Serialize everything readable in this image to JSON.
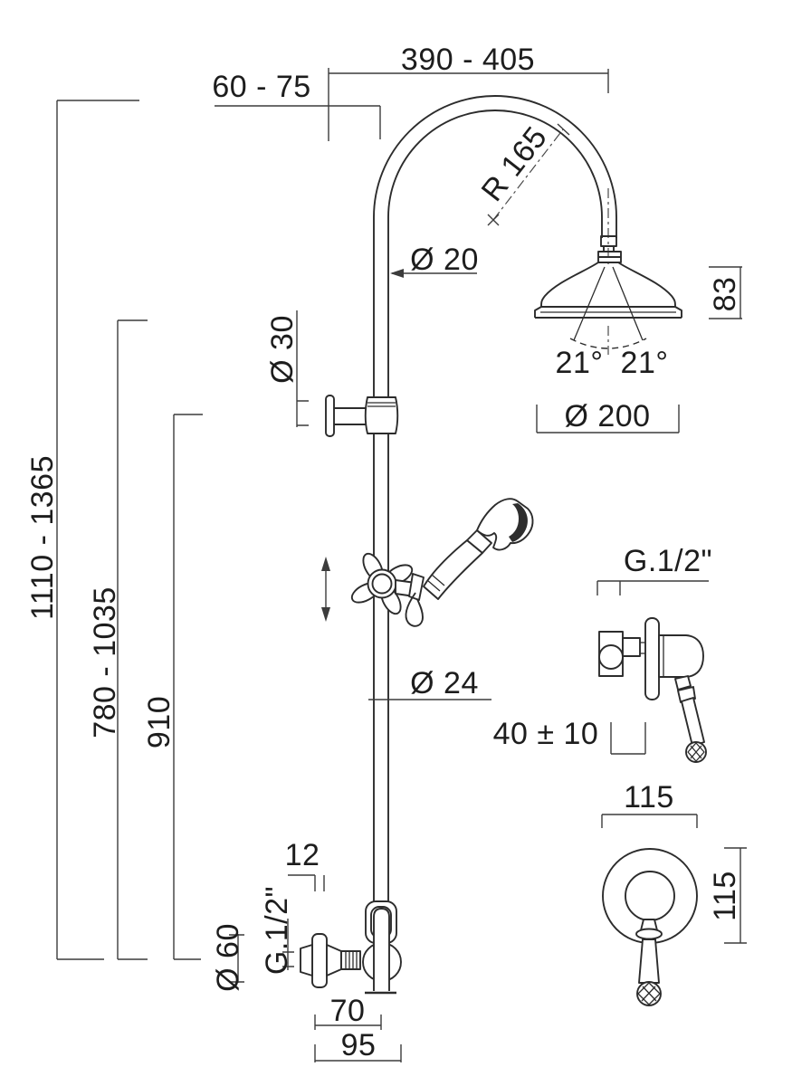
{
  "colors": {
    "background": "#ffffff",
    "line": "#2c2c2c",
    "dimension_line": "#3c3c3c",
    "text": "#1d1d1d"
  },
  "drawing": {
    "type": "shower-column-installation-diagram",
    "labels": {
      "width_total": "390 - 405",
      "wall_offset": "60 - 75",
      "arc_radius": "R 165",
      "pipe_top_diameter": "Ø 20",
      "head_height": "83",
      "spray_angle_left": "21°",
      "spray_angle_right": "21°",
      "head_diameter": "Ø 200",
      "bracket_diameter": "Ø 30",
      "total_height": "1110 - 1365",
      "handset_height_range": "780 - 1035",
      "bracket_height": "910",
      "pipe_bottom_diameter": "Ø 24",
      "mixer_thread": "G.1/2\"",
      "mixer_depth": "40 ± 10",
      "plate_width": "115",
      "plate_height": "115",
      "inlet_offset": "12",
      "inlet_thread": "G.1/2\"",
      "flange_diameter": "Ø 60",
      "outlet_offset": "70",
      "outlet_offset_total": "95"
    }
  }
}
